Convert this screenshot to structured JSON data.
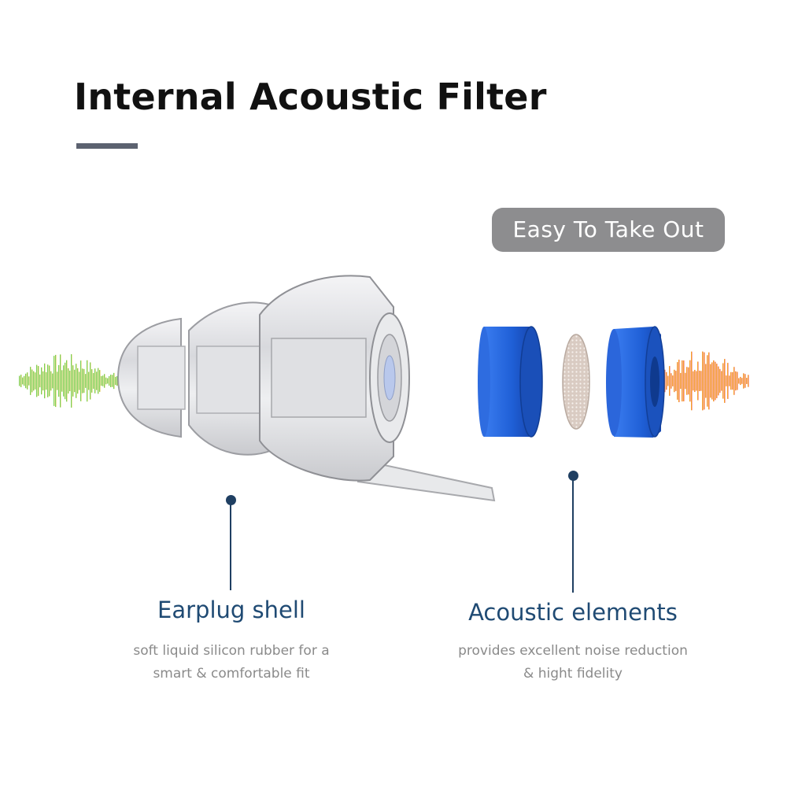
{
  "title": "Internal Acoustic Filter",
  "badge": "Easy To Take Out",
  "callouts": {
    "shell": {
      "heading": "Earplug shell",
      "line1": "soft liquid silicon rubber for a",
      "line2": "smart & comfortable fit"
    },
    "elements": {
      "heading": "Acoustic elements",
      "line1": "provides excellent noise reduction",
      "line2": "& hight fidelity"
    }
  },
  "colors": {
    "title_bar": "#5c6270",
    "badge_bg": "#8d8d8f",
    "callout_accent": "#1f3f62",
    "filter_blue": "#1f5fd6"
  }
}
